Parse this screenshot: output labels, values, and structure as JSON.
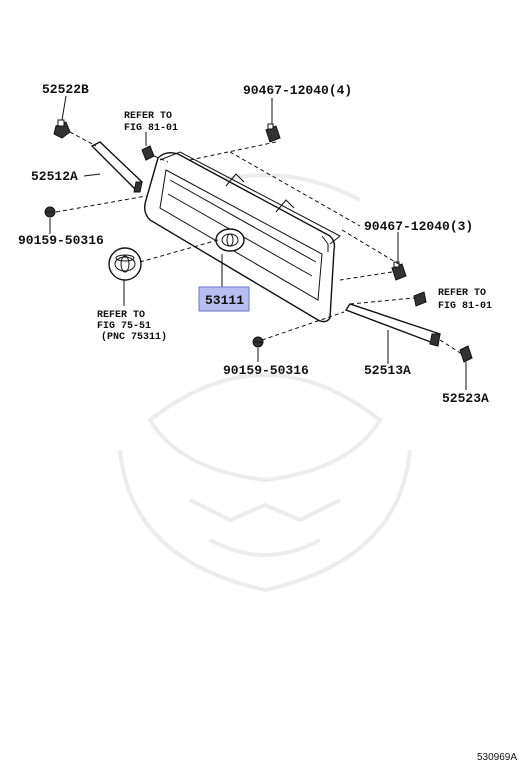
{
  "callouts": {
    "p52522b": "52522B",
    "p90467_top": "90467-12040(4)",
    "ref_top_1": "REFER TO",
    "ref_top_2": "FIG 81-01",
    "p52512a": "52512A",
    "p90159_left": "90159-50316",
    "p90467_right": "90467-12040(3)",
    "p53111": "53111",
    "ref_right_1": "REFER TO",
    "ref_right_2": "FIG 81-01",
    "ref_left_1": "REFER TO",
    "ref_left_2": "FIG 75-51",
    "ref_left_3": "(PNC 75311)",
    "p90159_bottom": "90159-50316",
    "p52513a": "52513A",
    "p52523a": "52523A"
  },
  "figure_id": "530969A",
  "colors": {
    "highlight": "#b8bff0",
    "highlight_border": "#6a74c9",
    "ink": "#111111",
    "watermark": "#ececec"
  }
}
